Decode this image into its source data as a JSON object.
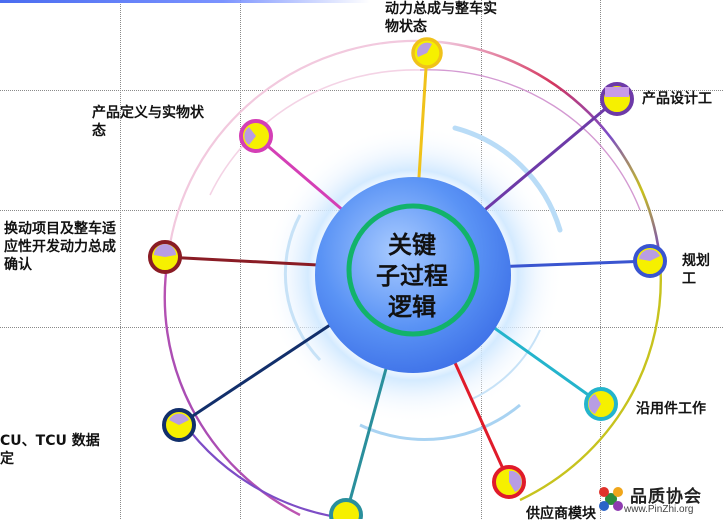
{
  "center": {
    "text": "关键\n子过程\n逻辑"
  },
  "nodes": [
    {
      "id": "powertrain-state",
      "label": "动力总成与整车实\n物状态"
    },
    {
      "id": "product-design",
      "label": "产品设计工"
    },
    {
      "id": "planning",
      "label": "规划工"
    },
    {
      "id": "carryover-parts",
      "label": "沿用件工作"
    },
    {
      "id": "supplier",
      "label": "供应商模块"
    },
    {
      "id": "ecu-tcu",
      "label": "CU、TCU 数据\n定"
    },
    {
      "id": "swap-project",
      "label": "换动项目及整车适\n应性开发动力总成\n确认"
    },
    {
      "id": "product-definition",
      "label": "产品定义与实物状\n态"
    }
  ],
  "logo": {
    "name": "品质协会",
    "url": "www.PinZhi.org"
  },
  "colors": {
    "center_ring": "#12b36a",
    "center_fill": "#5a93f5",
    "node_fill_yellow": "#f6f000",
    "node_fill_purple": "#b89de3"
  }
}
